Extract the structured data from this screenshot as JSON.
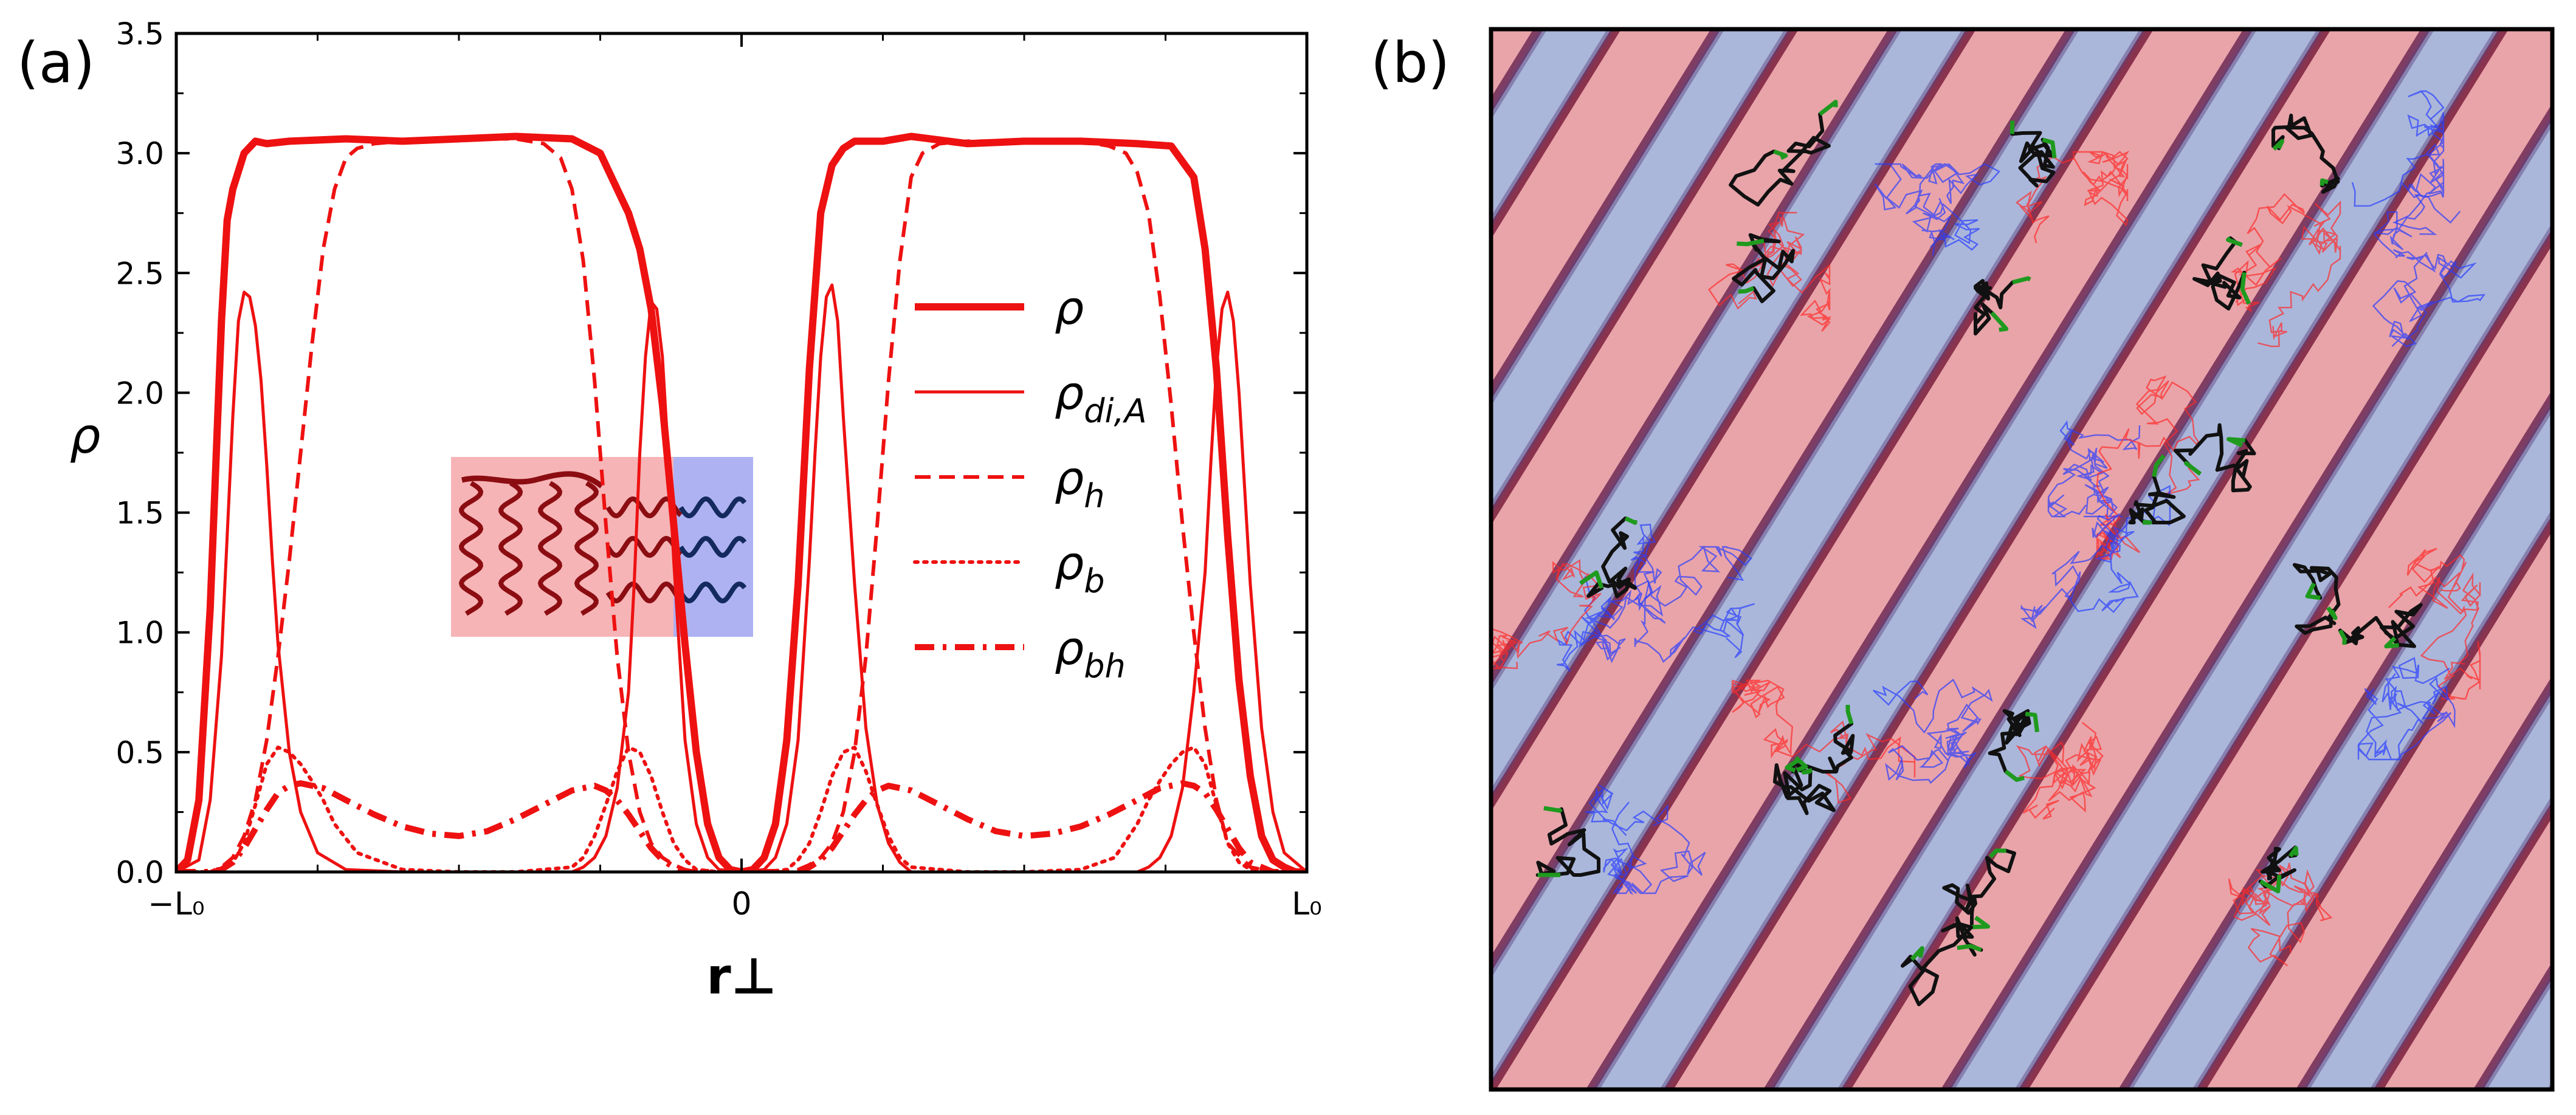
{
  "panels": {
    "a_label": "(a)",
    "b_label": "(b)"
  },
  "colors": {
    "red": "#ee1111",
    "dark_red": "#8b0d12",
    "navy": "#142a5e",
    "blue_zone": "#aab7da",
    "red_zone": "#e8a4a9",
    "inset_red": "#f6b4b6",
    "inset_blue": "#aeb2f2",
    "chain_green": "#1f9a1f",
    "chain_black": "#111111"
  },
  "chart_data": [
    {
      "type": "line",
      "panel": "(a)",
      "xlabel": "r⊥",
      "ylabel": "ρ",
      "xlim": [
        -1,
        1
      ],
      "ylim": [
        0,
        3.5
      ],
      "x_ticks": [
        {
          "value": -1,
          "label": "−L₀"
        },
        {
          "value": 0,
          "label": "0"
        },
        {
          "value": 1,
          "label": "L₀"
        }
      ],
      "y_ticks": [
        0.0,
        0.5,
        1.0,
        1.5,
        2.0,
        2.5,
        3.0,
        3.5
      ],
      "y_tick_labels": [
        "0.0",
        "0.5",
        "1.0",
        "1.5",
        "2.0",
        "2.5",
        "3.0",
        "3.5"
      ],
      "grid": false,
      "legend_position": "right",
      "series": [
        {
          "name": "ρ",
          "style": "thick-solid",
          "x": [
            -1.0,
            -0.98,
            -0.96,
            -0.94,
            -0.92,
            -0.91,
            -0.9,
            -0.88,
            -0.86,
            -0.84,
            -0.8,
            -0.7,
            -0.6,
            -0.5,
            -0.4,
            -0.3,
            -0.25,
            -0.2,
            -0.18,
            -0.16,
            -0.14,
            -0.12,
            -0.1,
            -0.08,
            -0.06,
            -0.04,
            -0.02,
            0.0,
            0.02,
            0.04,
            0.06,
            0.08,
            0.1,
            0.12,
            0.14,
            0.16,
            0.18,
            0.2,
            0.25,
            0.3,
            0.4,
            0.5,
            0.6,
            0.7,
            0.76,
            0.8,
            0.82,
            0.84,
            0.86,
            0.88,
            0.9,
            0.92,
            0.94,
            0.96,
            0.98,
            1.0
          ],
          "y": [
            0.0,
            0.05,
            0.3,
            1.1,
            2.3,
            2.72,
            2.85,
            3.0,
            3.05,
            3.04,
            3.05,
            3.06,
            3.05,
            3.06,
            3.07,
            3.06,
            3.0,
            2.75,
            2.6,
            2.35,
            1.95,
            1.45,
            0.95,
            0.5,
            0.2,
            0.06,
            0.01,
            0.0,
            0.01,
            0.06,
            0.2,
            0.55,
            1.2,
            2.1,
            2.75,
            2.95,
            3.02,
            3.05,
            3.05,
            3.07,
            3.04,
            3.05,
            3.05,
            3.04,
            3.03,
            2.9,
            2.6,
            2.1,
            1.4,
            0.8,
            0.4,
            0.15,
            0.05,
            0.02,
            0.0,
            0.0
          ]
        },
        {
          "name": "ρ_{di,A}",
          "style": "thin-solid",
          "x": [
            -1.0,
            -0.96,
            -0.94,
            -0.92,
            -0.9,
            -0.89,
            -0.88,
            -0.87,
            -0.86,
            -0.85,
            -0.84,
            -0.83,
            -0.82,
            -0.8,
            -0.78,
            -0.75,
            -0.7,
            -0.6,
            -0.5,
            -0.4,
            -0.3,
            -0.28,
            -0.26,
            -0.24,
            -0.22,
            -0.2,
            -0.19,
            -0.18,
            -0.17,
            -0.16,
            -0.15,
            -0.14,
            -0.13,
            -0.12,
            -0.1,
            -0.08,
            -0.06,
            -0.04,
            0.0,
            0.04,
            0.06,
            0.08,
            0.1,
            0.12,
            0.13,
            0.14,
            0.15,
            0.16,
            0.17,
            0.18,
            0.2,
            0.22,
            0.24,
            0.26,
            0.28,
            0.3,
            0.4,
            0.5,
            0.6,
            0.7,
            0.72,
            0.74,
            0.76,
            0.78,
            0.8,
            0.82,
            0.83,
            0.84,
            0.85,
            0.86,
            0.87,
            0.88,
            0.9,
            0.92,
            0.94,
            0.96,
            1.0
          ],
          "y": [
            0.0,
            0.05,
            0.3,
            0.9,
            1.9,
            2.3,
            2.42,
            2.4,
            2.28,
            2.05,
            1.7,
            1.3,
            0.95,
            0.5,
            0.25,
            0.08,
            0.01,
            0.0,
            0.0,
            0.0,
            0.0,
            0.02,
            0.06,
            0.15,
            0.35,
            0.75,
            1.2,
            1.75,
            2.15,
            2.38,
            2.35,
            2.15,
            1.75,
            1.3,
            0.55,
            0.2,
            0.06,
            0.01,
            0.0,
            0.01,
            0.06,
            0.2,
            0.55,
            1.3,
            1.75,
            2.15,
            2.4,
            2.45,
            2.3,
            1.9,
            1.2,
            0.6,
            0.28,
            0.12,
            0.04,
            0.0,
            0.0,
            0.0,
            0.0,
            0.0,
            0.02,
            0.06,
            0.15,
            0.35,
            0.75,
            1.25,
            1.7,
            2.1,
            2.35,
            2.42,
            2.3,
            2.0,
            1.2,
            0.6,
            0.25,
            0.08,
            0.0
          ]
        },
        {
          "name": "ρ_h",
          "style": "dashed",
          "x": [
            -1.0,
            -0.94,
            -0.92,
            -0.9,
            -0.88,
            -0.86,
            -0.84,
            -0.82,
            -0.8,
            -0.78,
            -0.76,
            -0.74,
            -0.72,
            -0.7,
            -0.68,
            -0.65,
            -0.6,
            -0.5,
            -0.4,
            -0.35,
            -0.32,
            -0.3,
            -0.28,
            -0.26,
            -0.24,
            -0.22,
            -0.2,
            -0.18,
            -0.16,
            -0.14,
            -0.12,
            -0.1,
            -0.08,
            -0.04,
            0.0,
            0.04,
            0.08,
            0.1,
            0.12,
            0.14,
            0.16,
            0.18,
            0.2,
            0.22,
            0.24,
            0.26,
            0.28,
            0.3,
            0.32,
            0.35,
            0.4,
            0.5,
            0.6,
            0.65,
            0.68,
            0.7,
            0.72,
            0.74,
            0.76,
            0.78,
            0.8,
            0.82,
            0.84,
            0.86,
            0.9,
            0.94,
            1.0
          ],
          "y": [
            0.0,
            0.0,
            0.02,
            0.06,
            0.15,
            0.3,
            0.55,
            0.9,
            1.3,
            1.75,
            2.2,
            2.6,
            2.85,
            2.98,
            3.02,
            3.04,
            3.05,
            3.06,
            3.06,
            3.04,
            2.98,
            2.85,
            2.55,
            2.05,
            1.45,
            0.9,
            0.5,
            0.25,
            0.12,
            0.06,
            0.03,
            0.01,
            0.0,
            0.0,
            0.0,
            0.0,
            0.0,
            0.01,
            0.03,
            0.06,
            0.12,
            0.25,
            0.5,
            0.9,
            1.45,
            2.05,
            2.55,
            2.9,
            3.0,
            3.04,
            3.05,
            3.05,
            3.05,
            3.03,
            3.0,
            2.92,
            2.75,
            2.4,
            1.95,
            1.45,
            1.0,
            0.6,
            0.3,
            0.12,
            0.02,
            0.0,
            0.0
          ]
        },
        {
          "name": "ρ_b",
          "style": "dotted",
          "x": [
            -1.0,
            -0.94,
            -0.92,
            -0.9,
            -0.88,
            -0.86,
            -0.84,
            -0.82,
            -0.8,
            -0.78,
            -0.76,
            -0.74,
            -0.72,
            -0.68,
            -0.6,
            -0.5,
            -0.4,
            -0.3,
            -0.28,
            -0.26,
            -0.24,
            -0.22,
            -0.2,
            -0.18,
            -0.16,
            -0.14,
            -0.12,
            -0.1,
            -0.08,
            -0.04,
            0.0,
            0.04,
            0.08,
            0.1,
            0.12,
            0.14,
            0.16,
            0.18,
            0.2,
            0.22,
            0.24,
            0.26,
            0.28,
            0.3,
            0.4,
            0.5,
            0.6,
            0.66,
            0.7,
            0.72,
            0.74,
            0.76,
            0.78,
            0.8,
            0.82,
            0.84,
            0.86,
            0.88,
            0.9,
            0.94,
            1.0
          ],
          "y": [
            0.0,
            0.0,
            0.01,
            0.04,
            0.12,
            0.28,
            0.45,
            0.52,
            0.5,
            0.45,
            0.38,
            0.3,
            0.2,
            0.08,
            0.01,
            0.0,
            0.0,
            0.02,
            0.06,
            0.15,
            0.28,
            0.42,
            0.52,
            0.5,
            0.4,
            0.25,
            0.12,
            0.05,
            0.01,
            0.0,
            0.0,
            0.0,
            0.01,
            0.05,
            0.12,
            0.25,
            0.4,
            0.5,
            0.52,
            0.42,
            0.28,
            0.15,
            0.06,
            0.02,
            0.0,
            0.0,
            0.01,
            0.06,
            0.2,
            0.3,
            0.38,
            0.45,
            0.5,
            0.52,
            0.45,
            0.28,
            0.12,
            0.04,
            0.01,
            0.0,
            0.0
          ]
        },
        {
          "name": "ρ_{bh}",
          "style": "dashdot",
          "x": [
            -1.0,
            -0.94,
            -0.92,
            -0.9,
            -0.88,
            -0.86,
            -0.84,
            -0.82,
            -0.8,
            -0.78,
            -0.74,
            -0.7,
            -0.65,
            -0.6,
            -0.55,
            -0.5,
            -0.45,
            -0.4,
            -0.35,
            -0.3,
            -0.26,
            -0.24,
            -0.22,
            -0.2,
            -0.18,
            -0.16,
            -0.14,
            -0.12,
            -0.1,
            -0.08,
            -0.04,
            0.0,
            0.04,
            0.08,
            0.1,
            0.12,
            0.14,
            0.16,
            0.18,
            0.2,
            0.22,
            0.24,
            0.26,
            0.3,
            0.35,
            0.4,
            0.45,
            0.5,
            0.55,
            0.6,
            0.65,
            0.7,
            0.74,
            0.78,
            0.8,
            0.82,
            0.84,
            0.86,
            0.88,
            0.9,
            0.94,
            1.0
          ],
          "y": [
            0.0,
            0.0,
            0.01,
            0.04,
            0.1,
            0.18,
            0.26,
            0.33,
            0.36,
            0.37,
            0.35,
            0.3,
            0.24,
            0.19,
            0.16,
            0.15,
            0.17,
            0.22,
            0.28,
            0.34,
            0.36,
            0.34,
            0.3,
            0.24,
            0.17,
            0.1,
            0.05,
            0.02,
            0.0,
            0.0,
            0.0,
            0.0,
            0.0,
            0.0,
            0.0,
            0.02,
            0.05,
            0.1,
            0.17,
            0.24,
            0.3,
            0.34,
            0.36,
            0.34,
            0.28,
            0.22,
            0.17,
            0.15,
            0.16,
            0.19,
            0.24,
            0.3,
            0.35,
            0.37,
            0.36,
            0.33,
            0.26,
            0.18,
            0.1,
            0.04,
            0.0,
            0.0
          ]
        }
      ]
    }
  ]
}
